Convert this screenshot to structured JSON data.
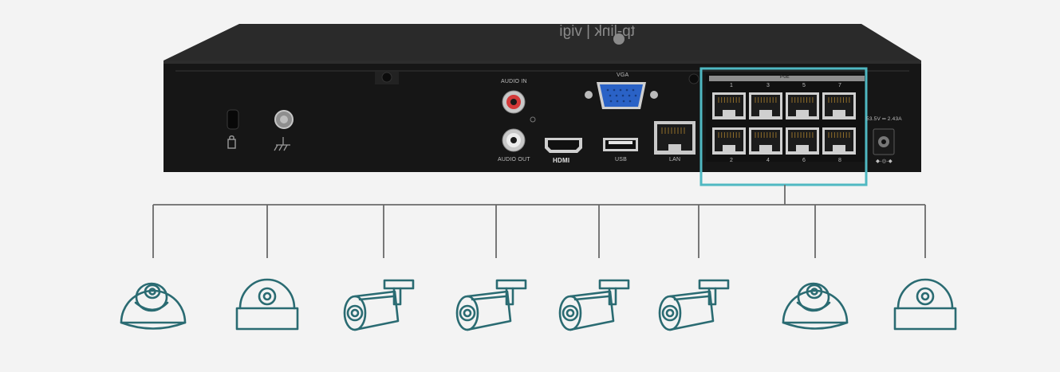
{
  "device": {
    "brand_logo": "tp-link | vigi",
    "labels": {
      "audio_in": "AUDIO IN",
      "audio_out": "AUDIO OUT",
      "vga": "VGA",
      "hdmi": "HDMI",
      "usb": "USB",
      "lan": "LAN",
      "poe": "PoE",
      "power": "53.5V ═ 2.43A",
      "polarity": "◆-◎-◆"
    },
    "poe_top_numbers": [
      "1",
      "3",
      "5",
      "7"
    ],
    "poe_bottom_numbers": [
      "2",
      "4",
      "6",
      "8"
    ]
  },
  "highlight": {
    "color": "#4fb8c2"
  },
  "camera_icon_color": "#2a6b72",
  "cameras": [
    {
      "type": "dome-eyeball"
    },
    {
      "type": "dome-flat"
    },
    {
      "type": "bullet"
    },
    {
      "type": "bullet"
    },
    {
      "type": "bullet"
    },
    {
      "type": "bullet"
    },
    {
      "type": "dome-eyeball"
    },
    {
      "type": "dome-flat"
    }
  ]
}
